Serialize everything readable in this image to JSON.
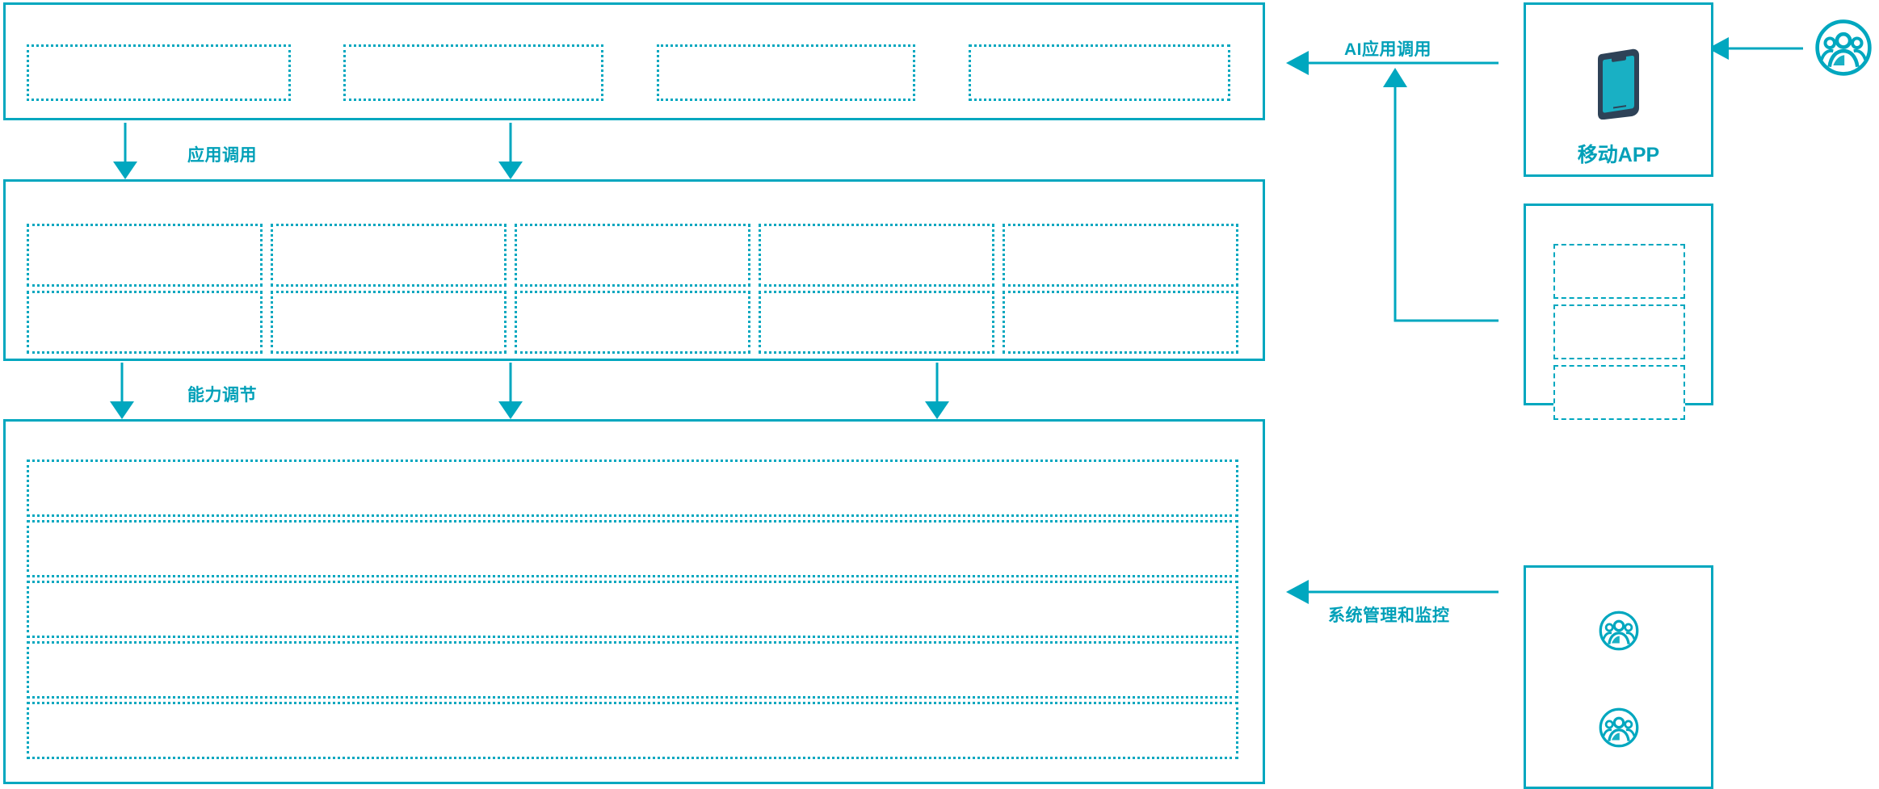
{
  "theme": {
    "accent": "#00a7bf",
    "accent_text": "#00a0b8",
    "phone_body": "#2e4257",
    "phone_screen": "#19b0c4",
    "background": "#ffffff"
  },
  "diagram": {
    "type": "layered-architecture",
    "orientation": "left-stack-with-right-actors"
  },
  "layers": [
    {
      "id": "application-layer",
      "name": "application-layer",
      "title": "",
      "slots": [
        "",
        "",
        "",
        ""
      ]
    },
    {
      "id": "capability-layer",
      "name": "capability-layer",
      "title": "",
      "rows": [
        [
          "",
          "",
          "",
          "",
          ""
        ],
        [
          "",
          "",
          "",
          "",
          ""
        ]
      ]
    },
    {
      "id": "platform-layer",
      "name": "platform-layer",
      "title": "",
      "rows": [
        "",
        "",
        "",
        "",
        ""
      ]
    }
  ],
  "connectors": [
    {
      "id": "app-invoke",
      "label": "应用调用",
      "direction": "down"
    },
    {
      "id": "capability-adjust",
      "label": "能力调节",
      "direction": "down"
    },
    {
      "id": "ai-app-invoke",
      "label": "AI应用调用",
      "direction": "left"
    },
    {
      "id": "system-admin-monitor",
      "label": "系统管理和监控",
      "direction": "left"
    }
  ],
  "side_panels": [
    {
      "id": "mobile-app",
      "label": "移动APP",
      "icon": "smartphone-icon"
    },
    {
      "id": "channel-list",
      "label": "",
      "slots": [
        "",
        "",
        ""
      ]
    },
    {
      "id": "operators",
      "label": "",
      "icons": [
        "user-group-icon",
        "user-group-icon"
      ]
    }
  ],
  "actors": [
    {
      "id": "end-user",
      "icon": "user-group-icon",
      "label": ""
    }
  ]
}
